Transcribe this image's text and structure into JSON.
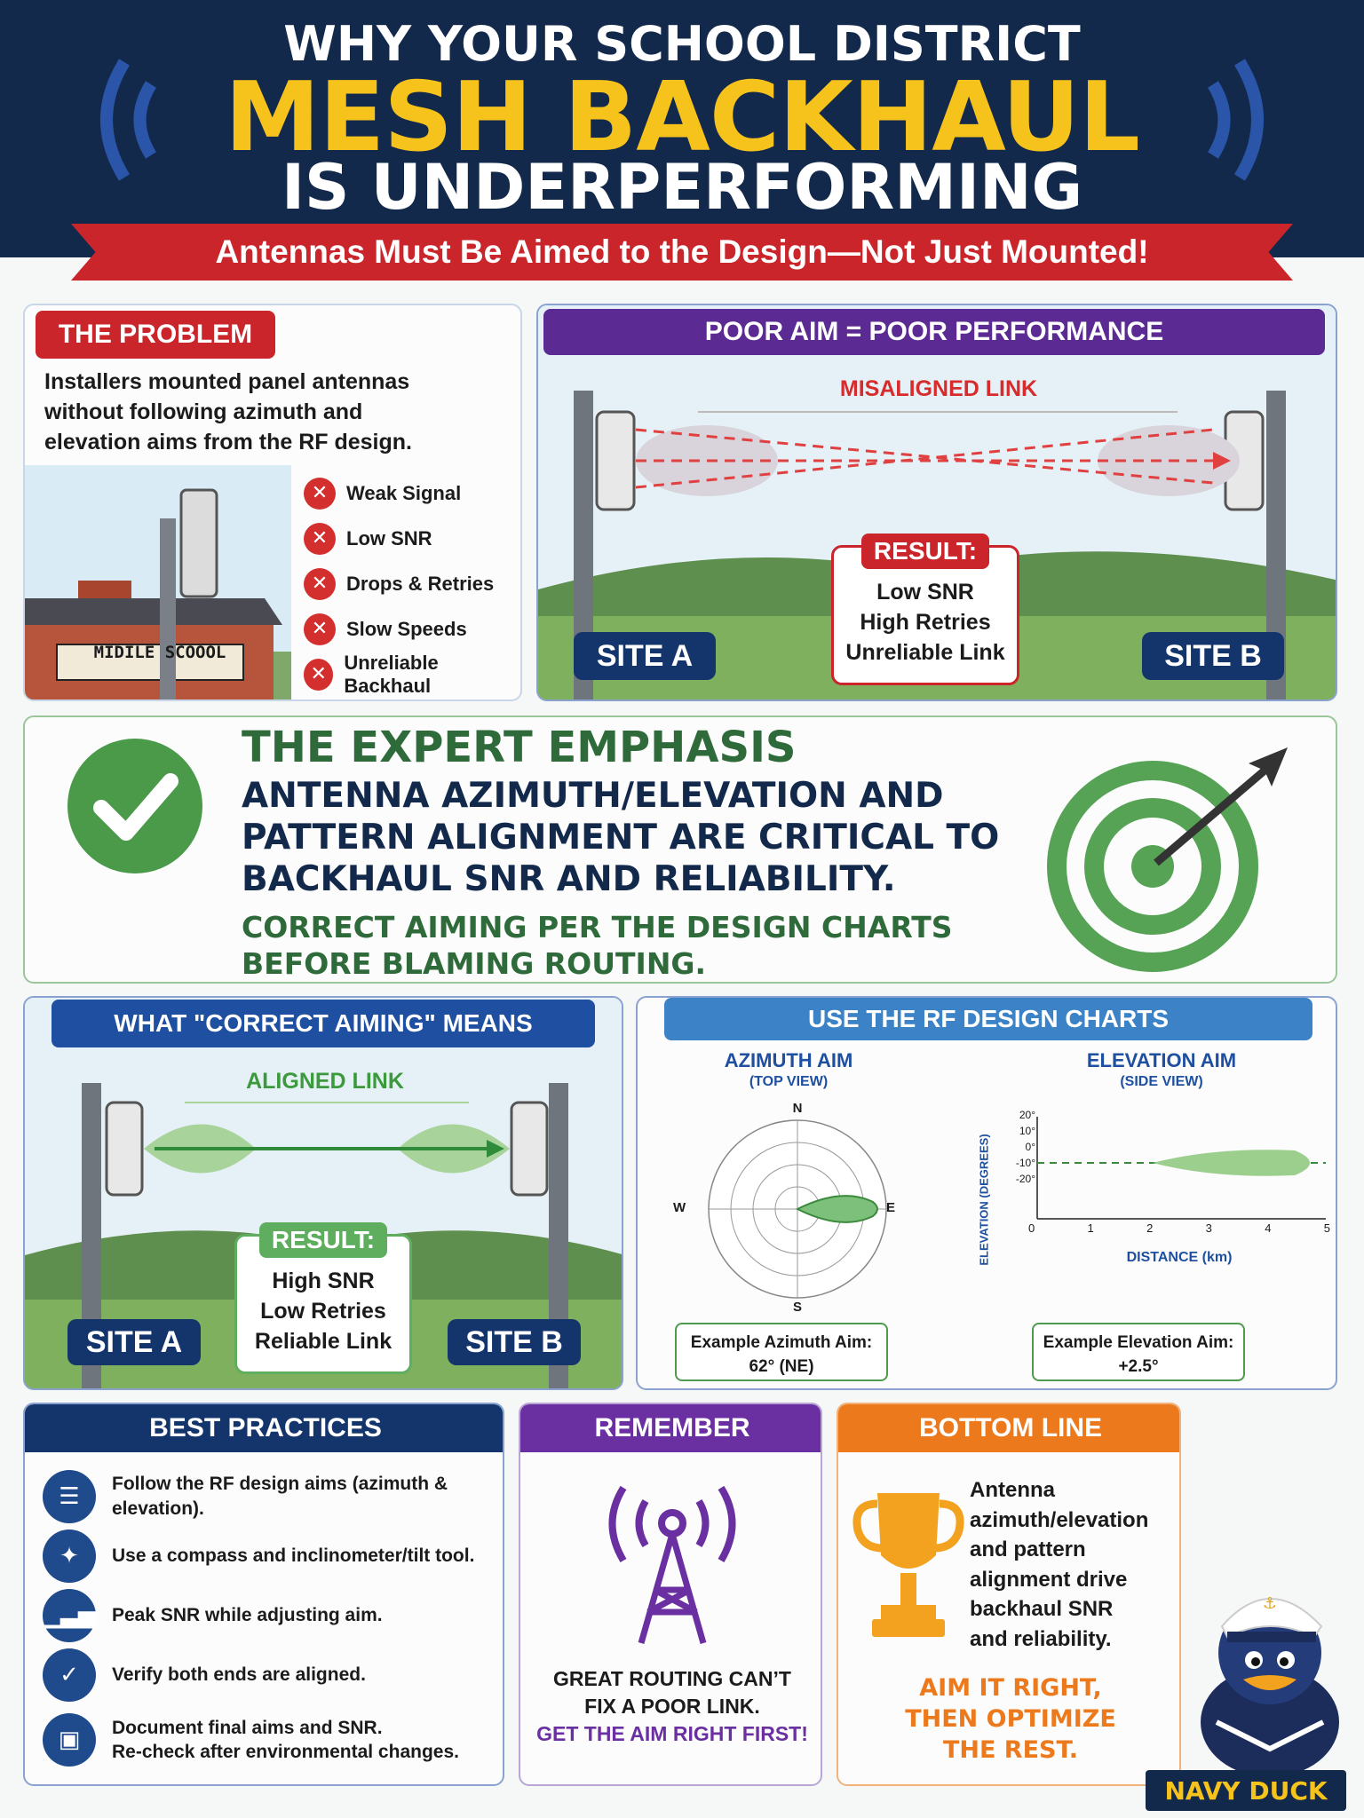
{
  "header": {
    "line1": "WHY YOUR SCHOOL DISTRICT",
    "line2": "MESH BACKHAUL",
    "line3": "IS UNDERPERFORMING",
    "ribbon": "Antennas Must Be Aimed to the Design—Not Just Mounted!"
  },
  "problem": {
    "title": "THE PROBLEM",
    "text": "Installers mounted panel antennas without following azimuth and elevation aims from the RF design.",
    "school_sign": "MIDILE SCOOOL",
    "items": [
      "Weak Signal",
      "Low SNR",
      "Drops & Retries",
      "Slow Speeds",
      "Unreliable Backhaul"
    ]
  },
  "poor": {
    "title": "POOR AIM = POOR PERFORMANCE",
    "link_label": "MISALIGNED LINK",
    "result_title": "RESULT:",
    "result_lines": [
      "Low SNR",
      "High Retries",
      "Unreliable Link"
    ],
    "site_a": "SITE A",
    "site_b": "SITE B"
  },
  "expert": {
    "title": "THE EXPERT EMPHASIS",
    "line1": "ANTENNA AZIMUTH/ELEVATION AND",
    "line2": "PATTERN ALIGNMENT ARE CRITICAL TO",
    "line3": "BACKHAUL SNR AND RELIABILITY.",
    "green1": "CORRECT AIMING PER THE DESIGN CHARTS",
    "green2": "BEFORE BLAMING ROUTING."
  },
  "correct": {
    "title": "WHAT \"CORRECT AIMING\" MEANS",
    "link_label": "ALIGNED LINK",
    "result_title": "RESULT:",
    "result_lines": [
      "High SNR",
      "Low Retries",
      "Reliable Link"
    ],
    "site_a": "SITE A",
    "site_b": "SITE B"
  },
  "charts": {
    "title": "USE THE RF DESIGN CHARTS",
    "az_title": "AZIMUTH AIM",
    "az_sub": "(TOP VIEW)",
    "el_title": "ELEVATION AIM",
    "el_sub": "(SIDE VIEW)",
    "compass": {
      "n": "N",
      "s": "S",
      "e": "E",
      "w": "W"
    },
    "y_label": "ELEVATION (DEGREES)",
    "x_label": "DISTANCE (km)",
    "y_ticks": [
      "20°",
      "10°",
      "0°",
      "-10°",
      "-20°"
    ],
    "x_ticks": [
      "0",
      "1",
      "2",
      "3",
      "4",
      "5"
    ],
    "az_caption1": "Example Azimuth Aim:",
    "az_caption2": "62° (NE)",
    "el_caption1": "Example Elevation Aim:",
    "el_caption2": "+2.5°"
  },
  "best": {
    "title": "BEST PRACTICES",
    "items": [
      "Follow the RF design aims (azimuth & elevation).",
      "Use a compass and inclinometer/tilt tool.",
      "Peak SNR while adjusting aim.",
      "Verify both ends are aligned.",
      "Document final aims and SNR.",
      "Re-check after environmental changes."
    ]
  },
  "remember": {
    "title": "REMEMBER",
    "line1": "GREAT ROUTING CAN’T",
    "line2": "FIX A POOR LINK.",
    "line3": "GET THE AIM RIGHT FIRST!"
  },
  "bottom": {
    "title": "BOTTOM LINE",
    "text": [
      "Antenna",
      "azimuth/elevation",
      "and pattern",
      "alignment drive",
      "backhaul SNR",
      "and reliability."
    ],
    "orange": [
      "AIM IT RIGHT,",
      "THEN OPTIMIZE",
      "THE REST."
    ]
  },
  "brand": "NAVY DUCK",
  "colors": {
    "navy": "#13294b",
    "gold": "#f6c21c",
    "red": "#c9252b",
    "green": "#2f6b3a",
    "purple": "#6a2fa0",
    "orange": "#ec7a1c",
    "blue": "#1f4a8c"
  }
}
